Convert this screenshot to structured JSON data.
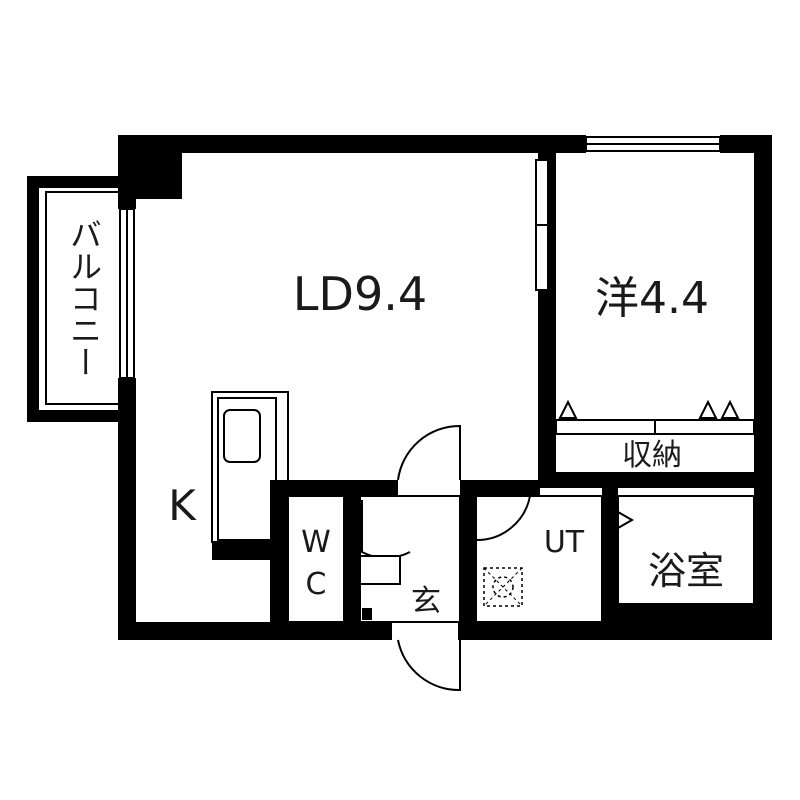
{
  "floor_plan": {
    "rooms": {
      "balcony": "バルコニー",
      "living_dining": "LD9.4",
      "western_room": "洋4.4",
      "storage": "収納",
      "kitchen": "K",
      "toilet_w": "W",
      "toilet_c": "C",
      "entrance": "玄",
      "utility": "UT",
      "bathroom": "浴室"
    }
  },
  "colors": {
    "wall": "#000000",
    "background": "#ffffff",
    "text": "#1a1a1a"
  }
}
